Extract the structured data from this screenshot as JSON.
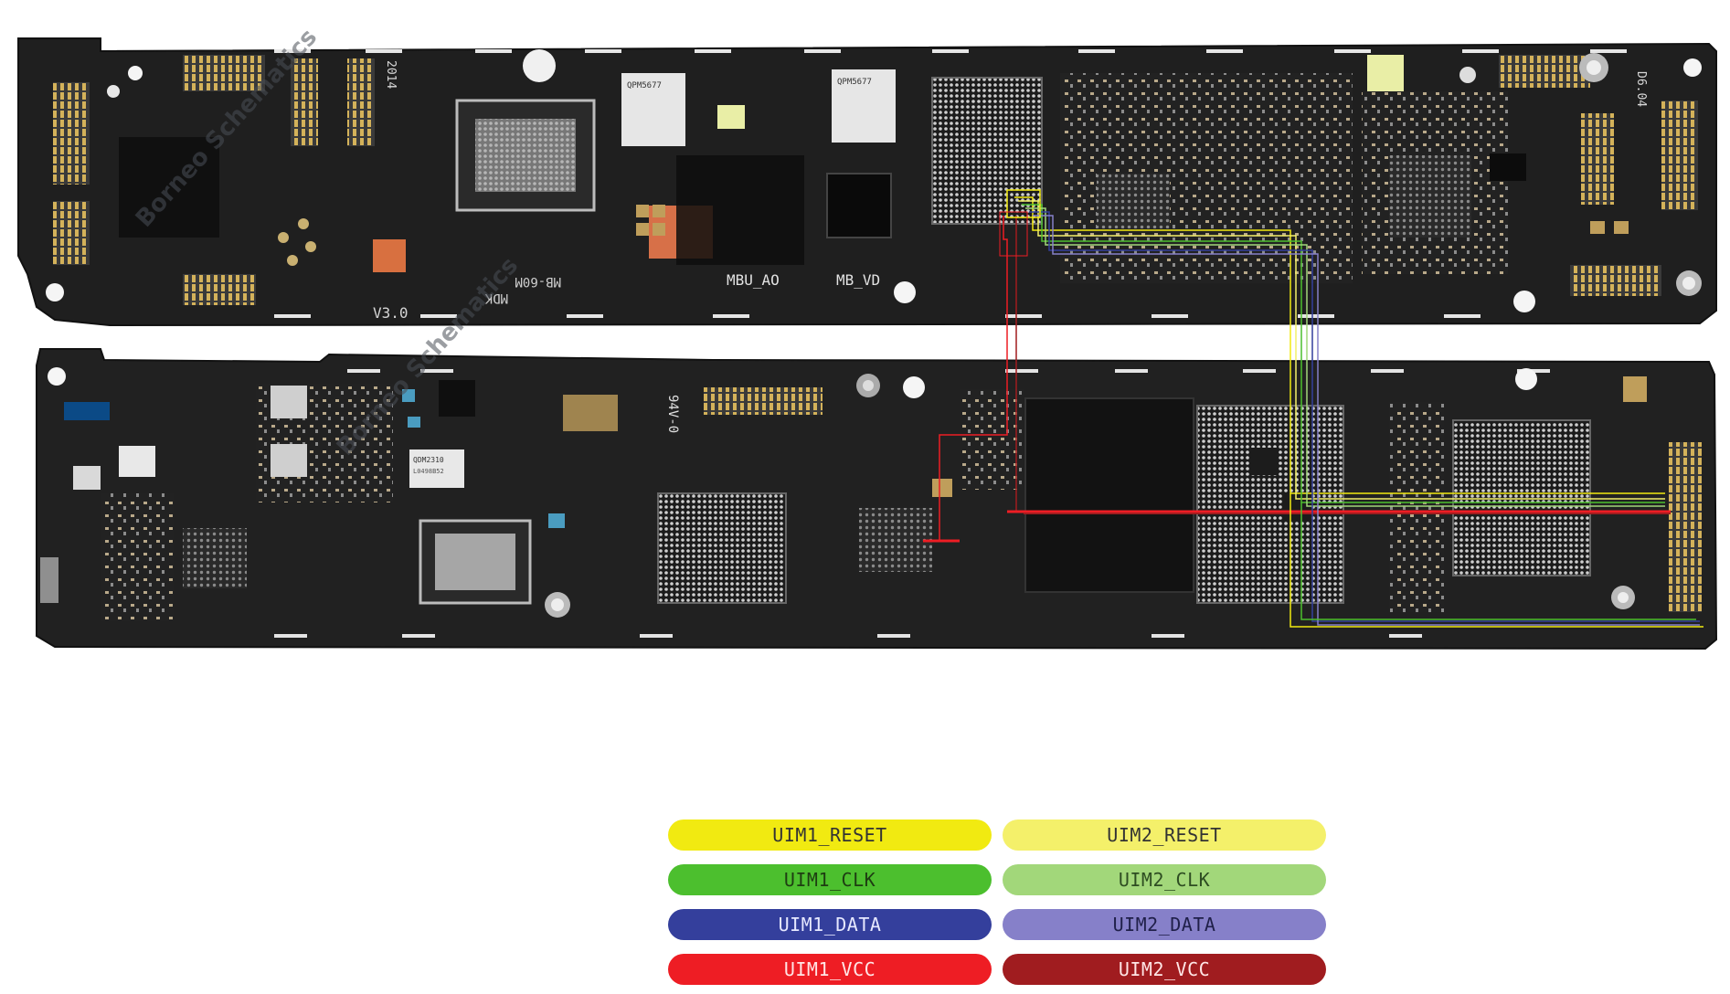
{
  "board_labels": {
    "top_rev": "V3.0",
    "mbu": "MBU_AO",
    "mb_vd": "MB_VD",
    "mb_code": "MB-60M",
    "mdk": "MDK",
    "date_code": "D6.04",
    "year": "2014",
    "qpm1": "QPM5677",
    "qpm2": "QPM5677",
    "qdm": "QDM2310",
    "qdm_sub": "L0498B52",
    "ul_mark": "94V-0",
    "watermark_top": "Borneo Schematics",
    "watermark_bottom": "Borneo Schematics"
  },
  "legend": [
    {
      "label": "UIM1_RESET",
      "color": "#f1ea11",
      "text_color": "#333333"
    },
    {
      "label": "UIM2_RESET",
      "color": "#f4f06a",
      "text_color": "#333333"
    },
    {
      "label": "UIM1_CLK",
      "color": "#4cbf2e",
      "text_color": "#1e3d12"
    },
    {
      "label": "UIM2_CLK",
      "color": "#a2d77a",
      "text_color": "#2e4d22"
    },
    {
      "label": "UIM1_DATA",
      "color": "#343f9c",
      "text_color": "#e6e8ff"
    },
    {
      "label": "UIM2_DATA",
      "color": "#8680c9",
      "text_color": "#20204a"
    },
    {
      "label": "UIM1_VCC",
      "color": "#ee1d24",
      "text_color": "#ffe6e6"
    },
    {
      "label": "UIM2_VCC",
      "color": "#a01c1f",
      "text_color": "#ffe6e6"
    }
  ]
}
